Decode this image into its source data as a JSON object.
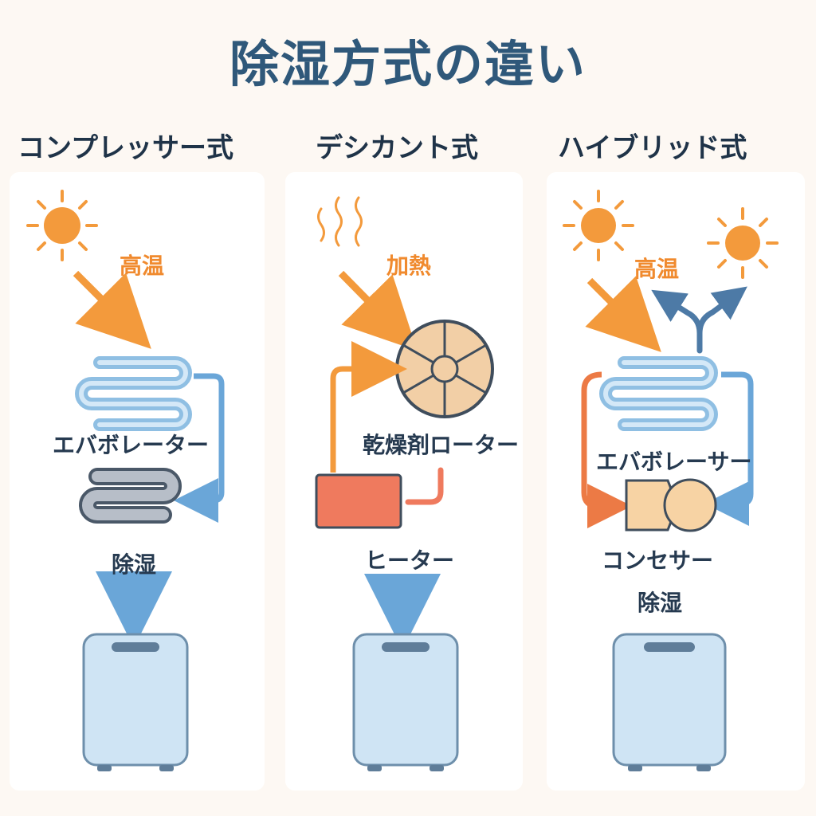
{
  "title": "除湿方式の違い",
  "columns": [
    {
      "heading": "コンプレッサー式",
      "heat_label": "高温",
      "component1": "エバボレーター",
      "component2": "除湿"
    },
    {
      "heading": "デシカント式",
      "heat_label": "加熱",
      "component1": "乾燥剤ローター",
      "component2": "ヒーター"
    },
    {
      "heading": "ハイブリッド式",
      "heat_label": "高温",
      "component1": "エバボレーサー",
      "component2": "コンセサー",
      "component3": "除湿"
    }
  ],
  "colors": {
    "title": "#2f587a",
    "accent_orange": "#f08a2e",
    "coil_blue": "#a9d0ec",
    "arrow_blue": "#6aa6d8",
    "heater_red": "#ef7a5e",
    "rotor_tan": "#f2cfa6",
    "unit_blue": "#cfe4f4"
  }
}
